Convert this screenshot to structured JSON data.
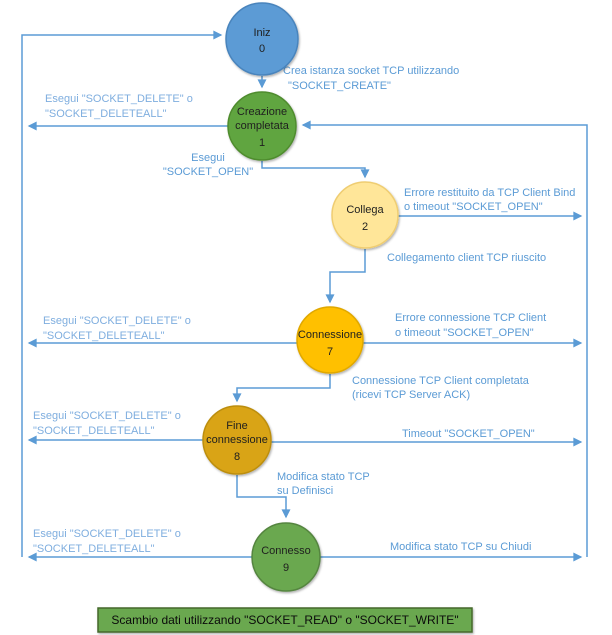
{
  "colors": {
    "connector": "#5B9BD5",
    "label_text": "#5B9BD5",
    "label_text_light": "#7FAEDF",
    "node_text": "#1f1f1f"
  },
  "nodes": [
    {
      "name": "iniz",
      "lines": [
        "Iniz",
        "0"
      ],
      "fill": "#5B9BD5",
      "stroke": "#4A84BC"
    },
    {
      "name": "creazione-completata",
      "lines": [
        "Creazione",
        "completata",
        "1"
      ],
      "fill": "#60A53F",
      "stroke": "#4F8C2F"
    },
    {
      "name": "collega",
      "lines": [
        "Collega",
        "2"
      ],
      "fill": "#FFE699",
      "stroke": "#EFCD72"
    },
    {
      "name": "connessione",
      "lines": [
        "Connessione",
        "7"
      ],
      "fill": "#FFC000",
      "stroke": "#E0A800"
    },
    {
      "name": "fine-connessione",
      "lines": [
        "Fine",
        "connessione",
        "8"
      ],
      "fill": "#D9A419",
      "stroke": "#BC8E10"
    },
    {
      "name": "connesso",
      "lines": [
        "Connesso",
        "9"
      ],
      "fill": "#6AA84F",
      "stroke": "#558540"
    }
  ],
  "labels": {
    "crea_istanza": [
      "Crea istanza socket TCP utilizzando",
      "\"SOCKET_CREATE\""
    ],
    "esegui_delete": [
      "Esegui \"SOCKET_DELETE\" o",
      "\"SOCKET_DELETEALL\""
    ],
    "esegui_open": [
      "Esegui",
      "\"SOCKET_OPEN\""
    ],
    "errore_bind": [
      "Errore restituito da TCP Client Bind",
      "o timeout \"SOCKET_OPEN\""
    ],
    "collegamento_riuscito": [
      "Collegamento client TCP riuscito"
    ],
    "errore_connessione": [
      "Errore connessione TCP Client",
      "o timeout \"SOCKET_OPEN\""
    ],
    "connessione_completata": [
      "Connessione TCP Client completata",
      "(ricevi TCP Server ACK)"
    ],
    "timeout_open": [
      "Timeout \"SOCKET_OPEN\""
    ],
    "modifica_definisci": [
      "Modifica stato TCP",
      "su Definisci"
    ],
    "modifica_chiudi": [
      "Modifica stato TCP su Chiudi"
    ]
  },
  "banner": {
    "text": "Scambio dati utilizzando \"SOCKET_READ\" o \"SOCKET_WRITE\"",
    "fill": "#6AA84F",
    "stroke": "#45682C"
  }
}
